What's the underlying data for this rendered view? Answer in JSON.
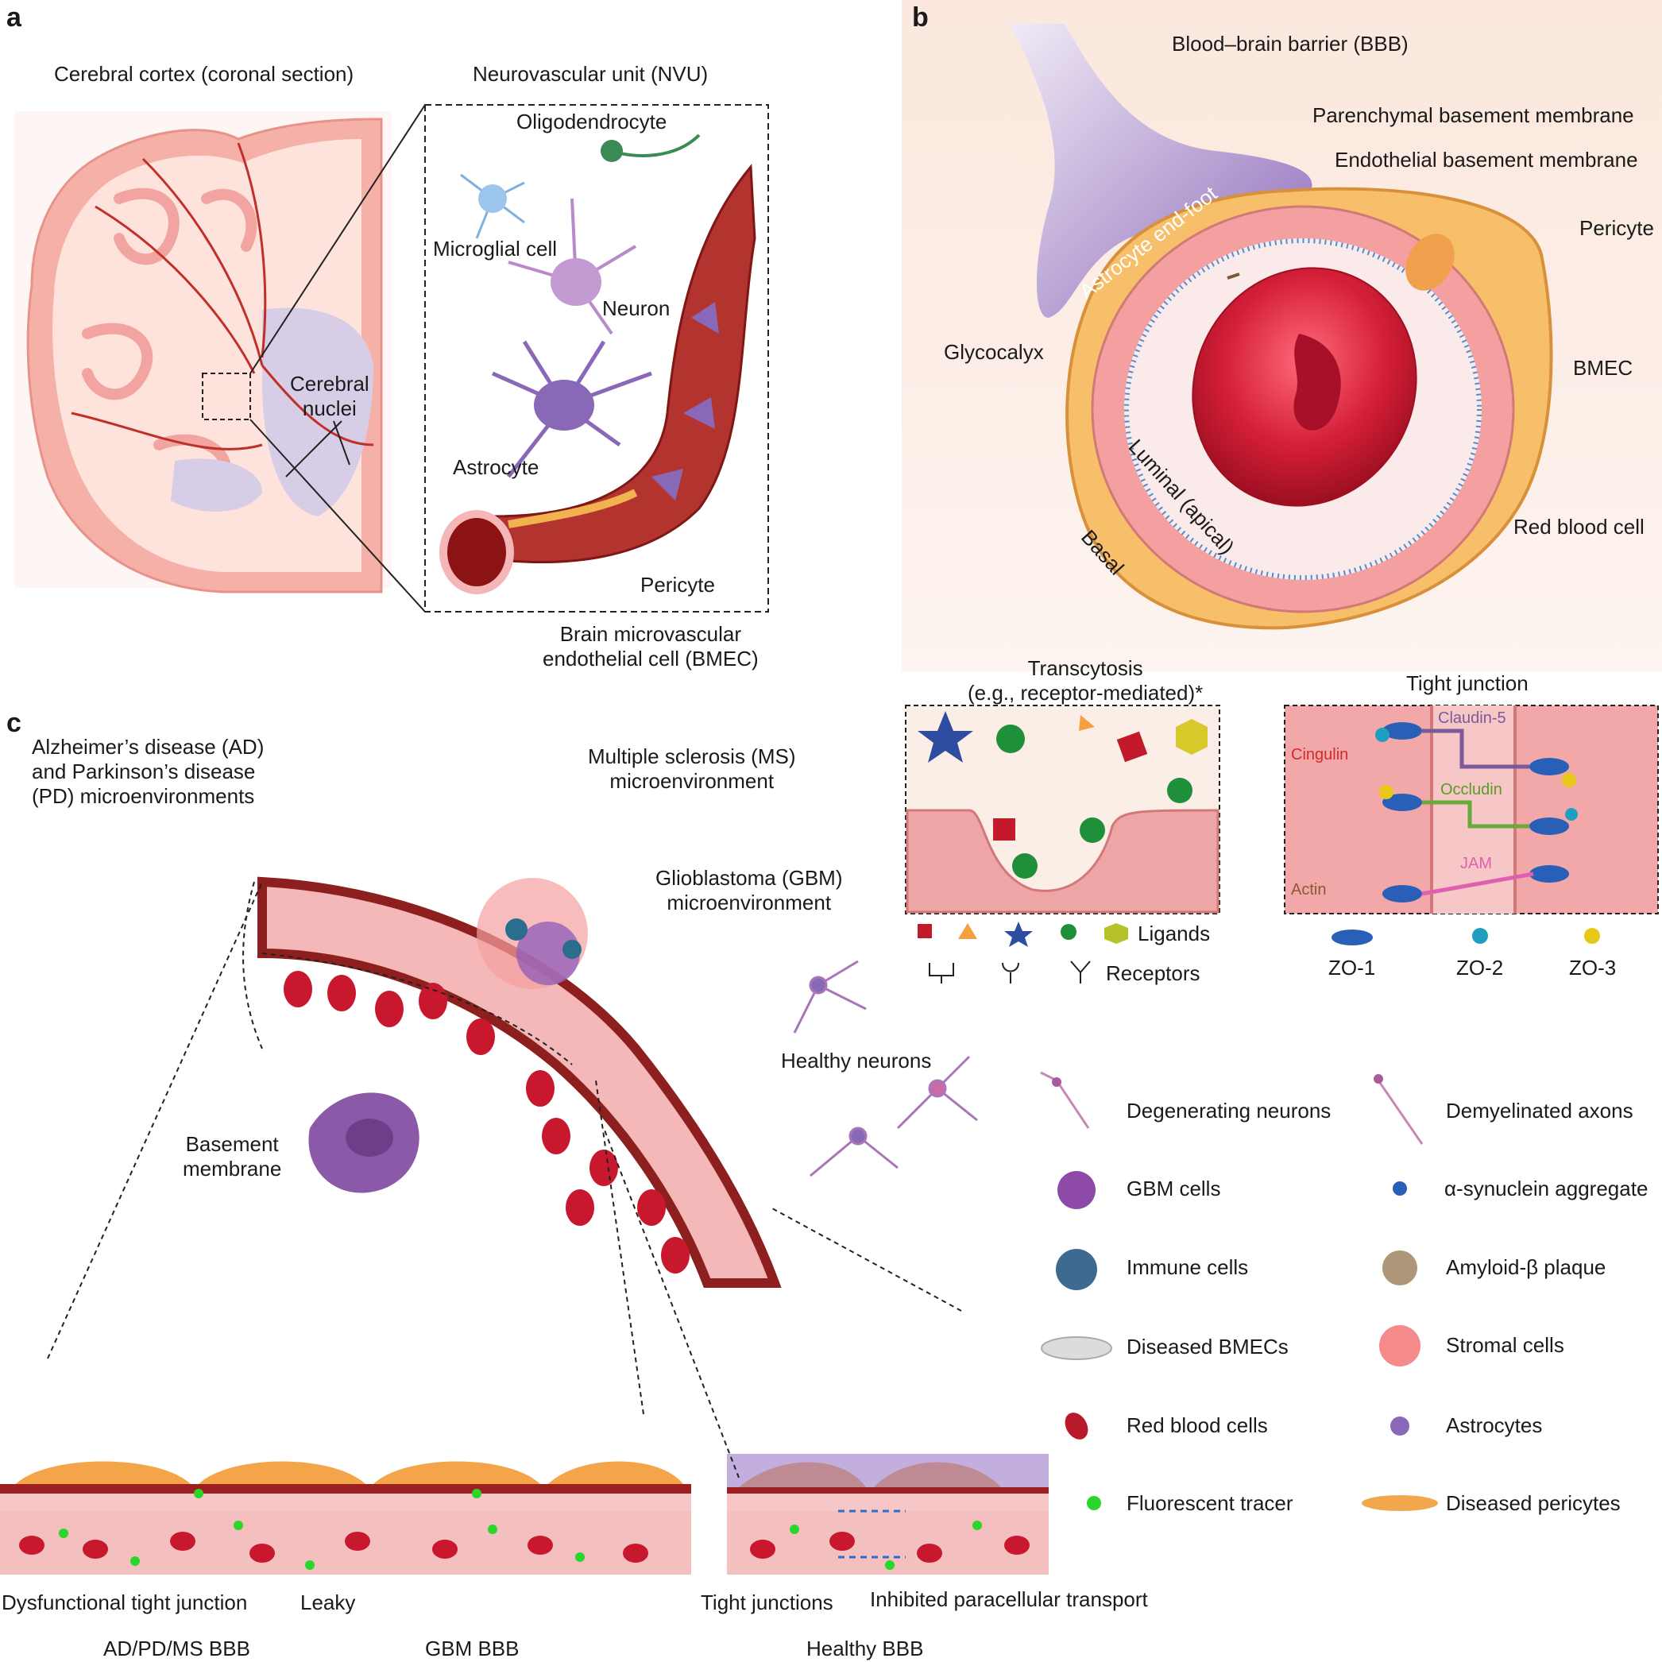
{
  "panels": {
    "a": "a",
    "b": "b",
    "c": "c"
  },
  "panel_a": {
    "cortex_title": "Cerebral cortex (coronal section)",
    "nvu_title": "Neurovascular unit (NVU)",
    "cerebral_nuclei": "Cerebral\nnuclei",
    "oligodendrocyte": "Oligodendrocyte",
    "microglial_cell": "Microglial cell",
    "neuron": "Neuron",
    "astrocyte": "Astrocyte",
    "pericyte": "Pericyte",
    "bmec": "Brain microvascular\nendothelial cell (BMEC)"
  },
  "panel_b": {
    "title": "Blood–brain barrier (BBB)",
    "parenchymal_bm": "Parenchymal basement membrane",
    "endothelial_bm": "Endothelial basement membrane",
    "pericyte": "Pericyte",
    "astrocyte_endfoot": "Astrocyte end-foot",
    "glycocalyx": "Glycocalyx",
    "bmec": "BMEC",
    "luminal": "Luminal (apical)",
    "basal": "Basal",
    "rbc": "Red blood cell",
    "transcytosis": "Transcytosis\n(e.g., receptor-mediated)*",
    "tight_junction": "Tight junction",
    "ligands": "Ligands",
    "receptors": "Receptors",
    "claudin5": "Claudin-5",
    "cingulin": "Cingulin",
    "occludin": "Occludin",
    "jam": "JAM",
    "actin": "Actin",
    "zo1": "ZO-1",
    "zo2": "ZO-2",
    "zo3": "ZO-3"
  },
  "panel_c": {
    "ad_pd": "Alzheimer’s disease (AD)\nand Parkinson’s disease\n(PD) microenvironments",
    "ms": "Multiple sclerosis (MS)\nmicroenvironment",
    "gbm": "Glioblastoma (GBM)\nmicroenvironment",
    "healthy_neurons": "Healthy neurons",
    "basement_membrane": "Basement\nmembrane",
    "dysfunctional_tj": "Dysfunctional tight junction",
    "leaky": "Leaky",
    "tight_junctions": "Tight junctions",
    "inhibited": "Inhibited paracellular transport",
    "ad_pd_ms_bbb": "AD/PD/MS BBB",
    "gbm_bbb": "GBM BBB",
    "healthy_bbb": "Healthy BBB"
  },
  "legend": [
    {
      "label": "Degenerating neurons",
      "icon": "degenerating-neuron-icon"
    },
    {
      "label": "Demyelinated axons",
      "icon": "demyelinated-axon-icon"
    },
    {
      "label": "GBM cells",
      "icon": "gbm-cell-icon"
    },
    {
      "label": "α-synuclein aggregate",
      "icon": "synuclein-icon"
    },
    {
      "label": "Immune cells",
      "icon": "immune-cell-icon"
    },
    {
      "label": "Amyloid-β plaque",
      "icon": "amyloid-plaque-icon"
    },
    {
      "label": "Diseased BMECs",
      "icon": "diseased-bmec-icon"
    },
    {
      "label": "Stromal cells",
      "icon": "stromal-cell-icon"
    },
    {
      "label": "Red blood cells",
      "icon": "rbc-icon"
    },
    {
      "label": "Astrocytes",
      "icon": "astrocyte-icon"
    },
    {
      "label": "Fluorescent tracer",
      "icon": "tracer-icon"
    },
    {
      "label": "Diseased pericytes",
      "icon": "diseased-pericyte-icon"
    }
  ],
  "colors": {
    "cortex": "#f2a5a0",
    "cortex_light": "#fadcd6",
    "vessel": "#9b1c1c",
    "endothelium": "#eea7a7",
    "pericyte": "#f5b25a",
    "astrocyte": "#8a68b8",
    "rbc": "#d0203a",
    "tracer": "#2ad62a",
    "zo1": "#2a5fb8",
    "zo2": "#1f9fbf",
    "zo3": "#e8c816"
  }
}
